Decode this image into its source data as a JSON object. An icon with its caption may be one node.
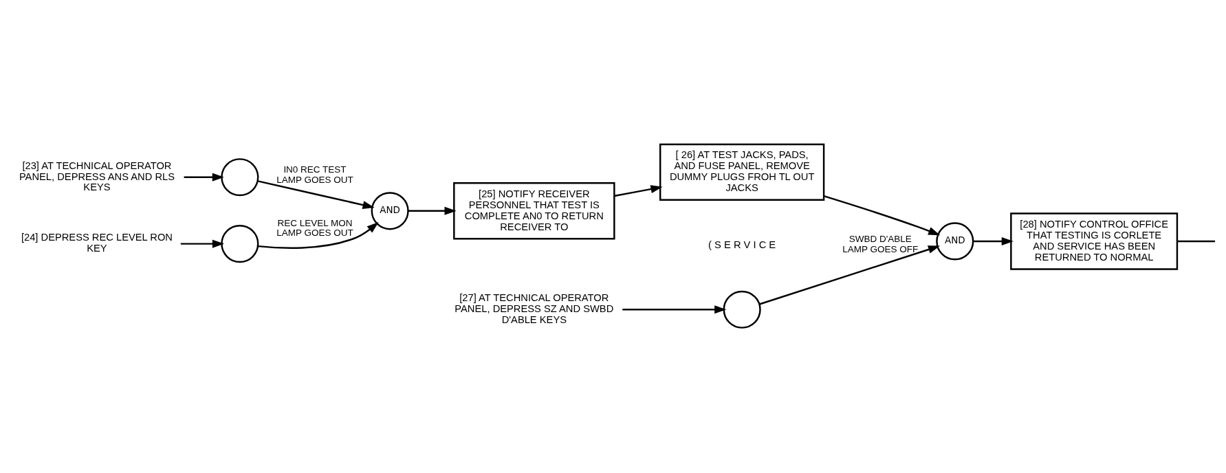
{
  "diagram": {
    "nodes": [
      {
        "text": [
          "[23] AT TECHNICAL OPERATOR PANEL, DEPRESS ANS AND RLS KEYS"
        ]
      },
      {
        "text": [],
        "shape": "circle"
      },
      {
        "text": [
          "[24] DEPRESS REC LEVEL RON KEY"
        ]
      },
      {
        "text": [],
        "shape": "circle"
      },
      {
        "text": [
          "AND"
        ]
      },
      {
        "text": [
          "[25] NOTIFY RECEIVER PERSONNEL THAT TEST IS COMPLETE AN0 TO RETURN RECEIVER TO"
        ]
      },
      {
        "text": [
          "[ 26] AT TEST JACKS, PADS, AND FUSE PANEL, REMOVE DUMMY PLUGS FROH TL OUT JACKS"
        ]
      },
      {
        "text": [
          "[27] AT TECHNICAL OPERATOR PANEL, DEPRESS SZ AND SWBD D'ABLE KEYS"
        ]
      },
      {
        "text": [],
        "shape": "circle"
      },
      {
        "text": [
          "AND"
        ]
      },
      {
        "text": [
          "[28] NOTIFY CONTROL OFFICE THAT TESTING IS CORLETE AND SERVICE HAS BEEN RETURNED TO NORMAL"
        ]
      }
    ],
    "edges": [
      {
        "from": 0,
        "to": 1,
        "arrow": "to"
      },
      {
        "from": 1,
        "to": 4,
        "arrow": "to",
        "label": "IN0 REC TEST LAMP GOES OUT"
      },
      {
        "from": 2,
        "to": 3,
        "arrow": "to"
      },
      {
        "from": 3,
        "to": 4,
        "arrow": "to",
        "label": "REC LEVEL MON LAMP GOES OUT"
      },
      {
        "from": 4,
        "to": 5,
        "arrow": "to"
      },
      {
        "from": 5,
        "to": 6,
        "arrow": "to"
      },
      {
        "from": 7,
        "to": 8,
        "arrow": "to"
      },
      {
        "from": 8,
        "to": 9,
        "arrow": "to",
        "label": "SWBD D'ABLE LAMP GOES OFF"
      },
      {
        "from": 6,
        "to": 9,
        "arrow": "to"
      },
      {
        "from": 9,
        "to": 10,
        "arrow": "to"
      },
      {
        "from": 10,
        "to": null,
        "arrow": "none"
      }
    ],
    "labels": [
      "( S E R V I C E"
    ]
  }
}
